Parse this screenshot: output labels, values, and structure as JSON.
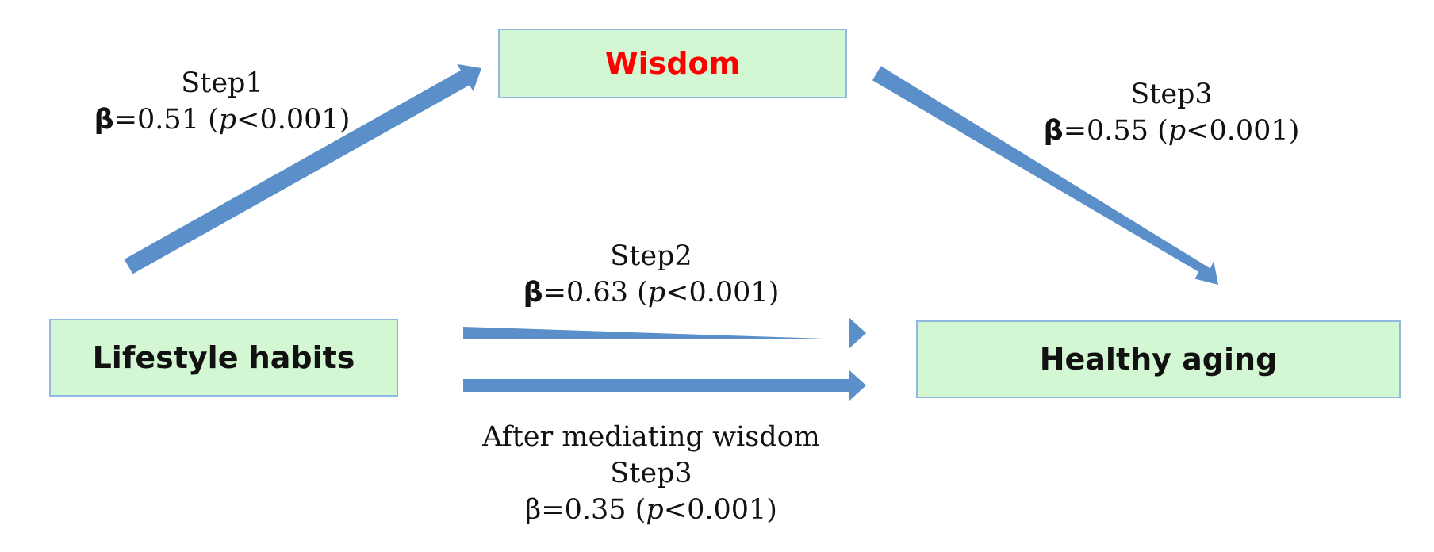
{
  "nodes": {
    "wisdom": {
      "label": "Wisdom",
      "color": "#ff0000"
    },
    "lifestyle": {
      "label": "Lifestyle habits",
      "color": "#111111"
    },
    "aging": {
      "label": "Healthy aging",
      "color": "#111111"
    }
  },
  "box_fill": "#d2f7d2",
  "box_border": "#8fb8e3",
  "arrow_color": "#5b8fc9",
  "paths": {
    "step1": {
      "step": "Step1",
      "beta_symbol": "β",
      "beta_value": "=0.51 (",
      "p_symbol": "p",
      "p_value": "<0.001)"
    },
    "step3": {
      "step": "Step3",
      "beta_symbol": "β",
      "beta_value": "=0.55 (",
      "p_symbol": "p",
      "p_value": "<0.001)"
    },
    "step2": {
      "step": "Step2",
      "beta_symbol": "β",
      "beta_value": "=0.63 (",
      "p_symbol": "p",
      "p_value": "<0.001)"
    },
    "after": {
      "caption": "After mediating wisdom",
      "step": "Step3",
      "beta_symbol": "β",
      "beta_value": "=0.35 (",
      "p_symbol": "p",
      "p_value": "<0.001)"
    }
  }
}
